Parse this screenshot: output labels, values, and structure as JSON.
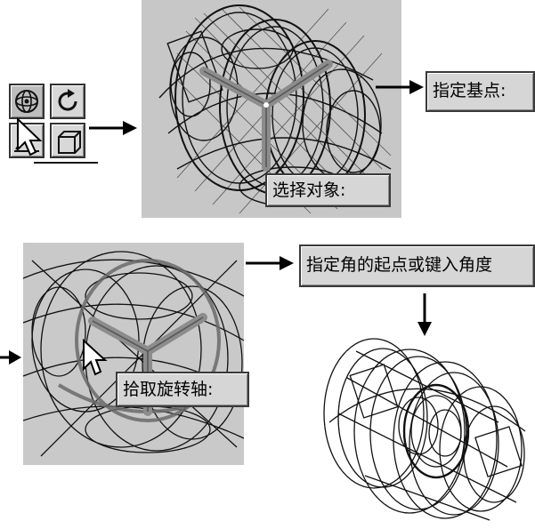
{
  "toolbar": {
    "buttons": [
      {
        "icon": "rotate3d-icon",
        "state": "pressed"
      },
      {
        "icon": "rotate-icon",
        "state": "normal"
      },
      {
        "icon": "align-icon",
        "state": "normal"
      },
      {
        "icon": "box-icon",
        "state": "normal"
      }
    ]
  },
  "prompts": {
    "specify_base_point": "指定基点:",
    "select_objects": "选择对象:",
    "specify_angle_start": "指定角的起点或键入角度",
    "pick_rotation_axis": "拾取旋转轴:"
  },
  "colors": {
    "viewport_bg": "#c7c7c7",
    "prompt_bg": "#d6d6d6",
    "gizmo": "#8c8c8c",
    "wire": "#111111"
  }
}
